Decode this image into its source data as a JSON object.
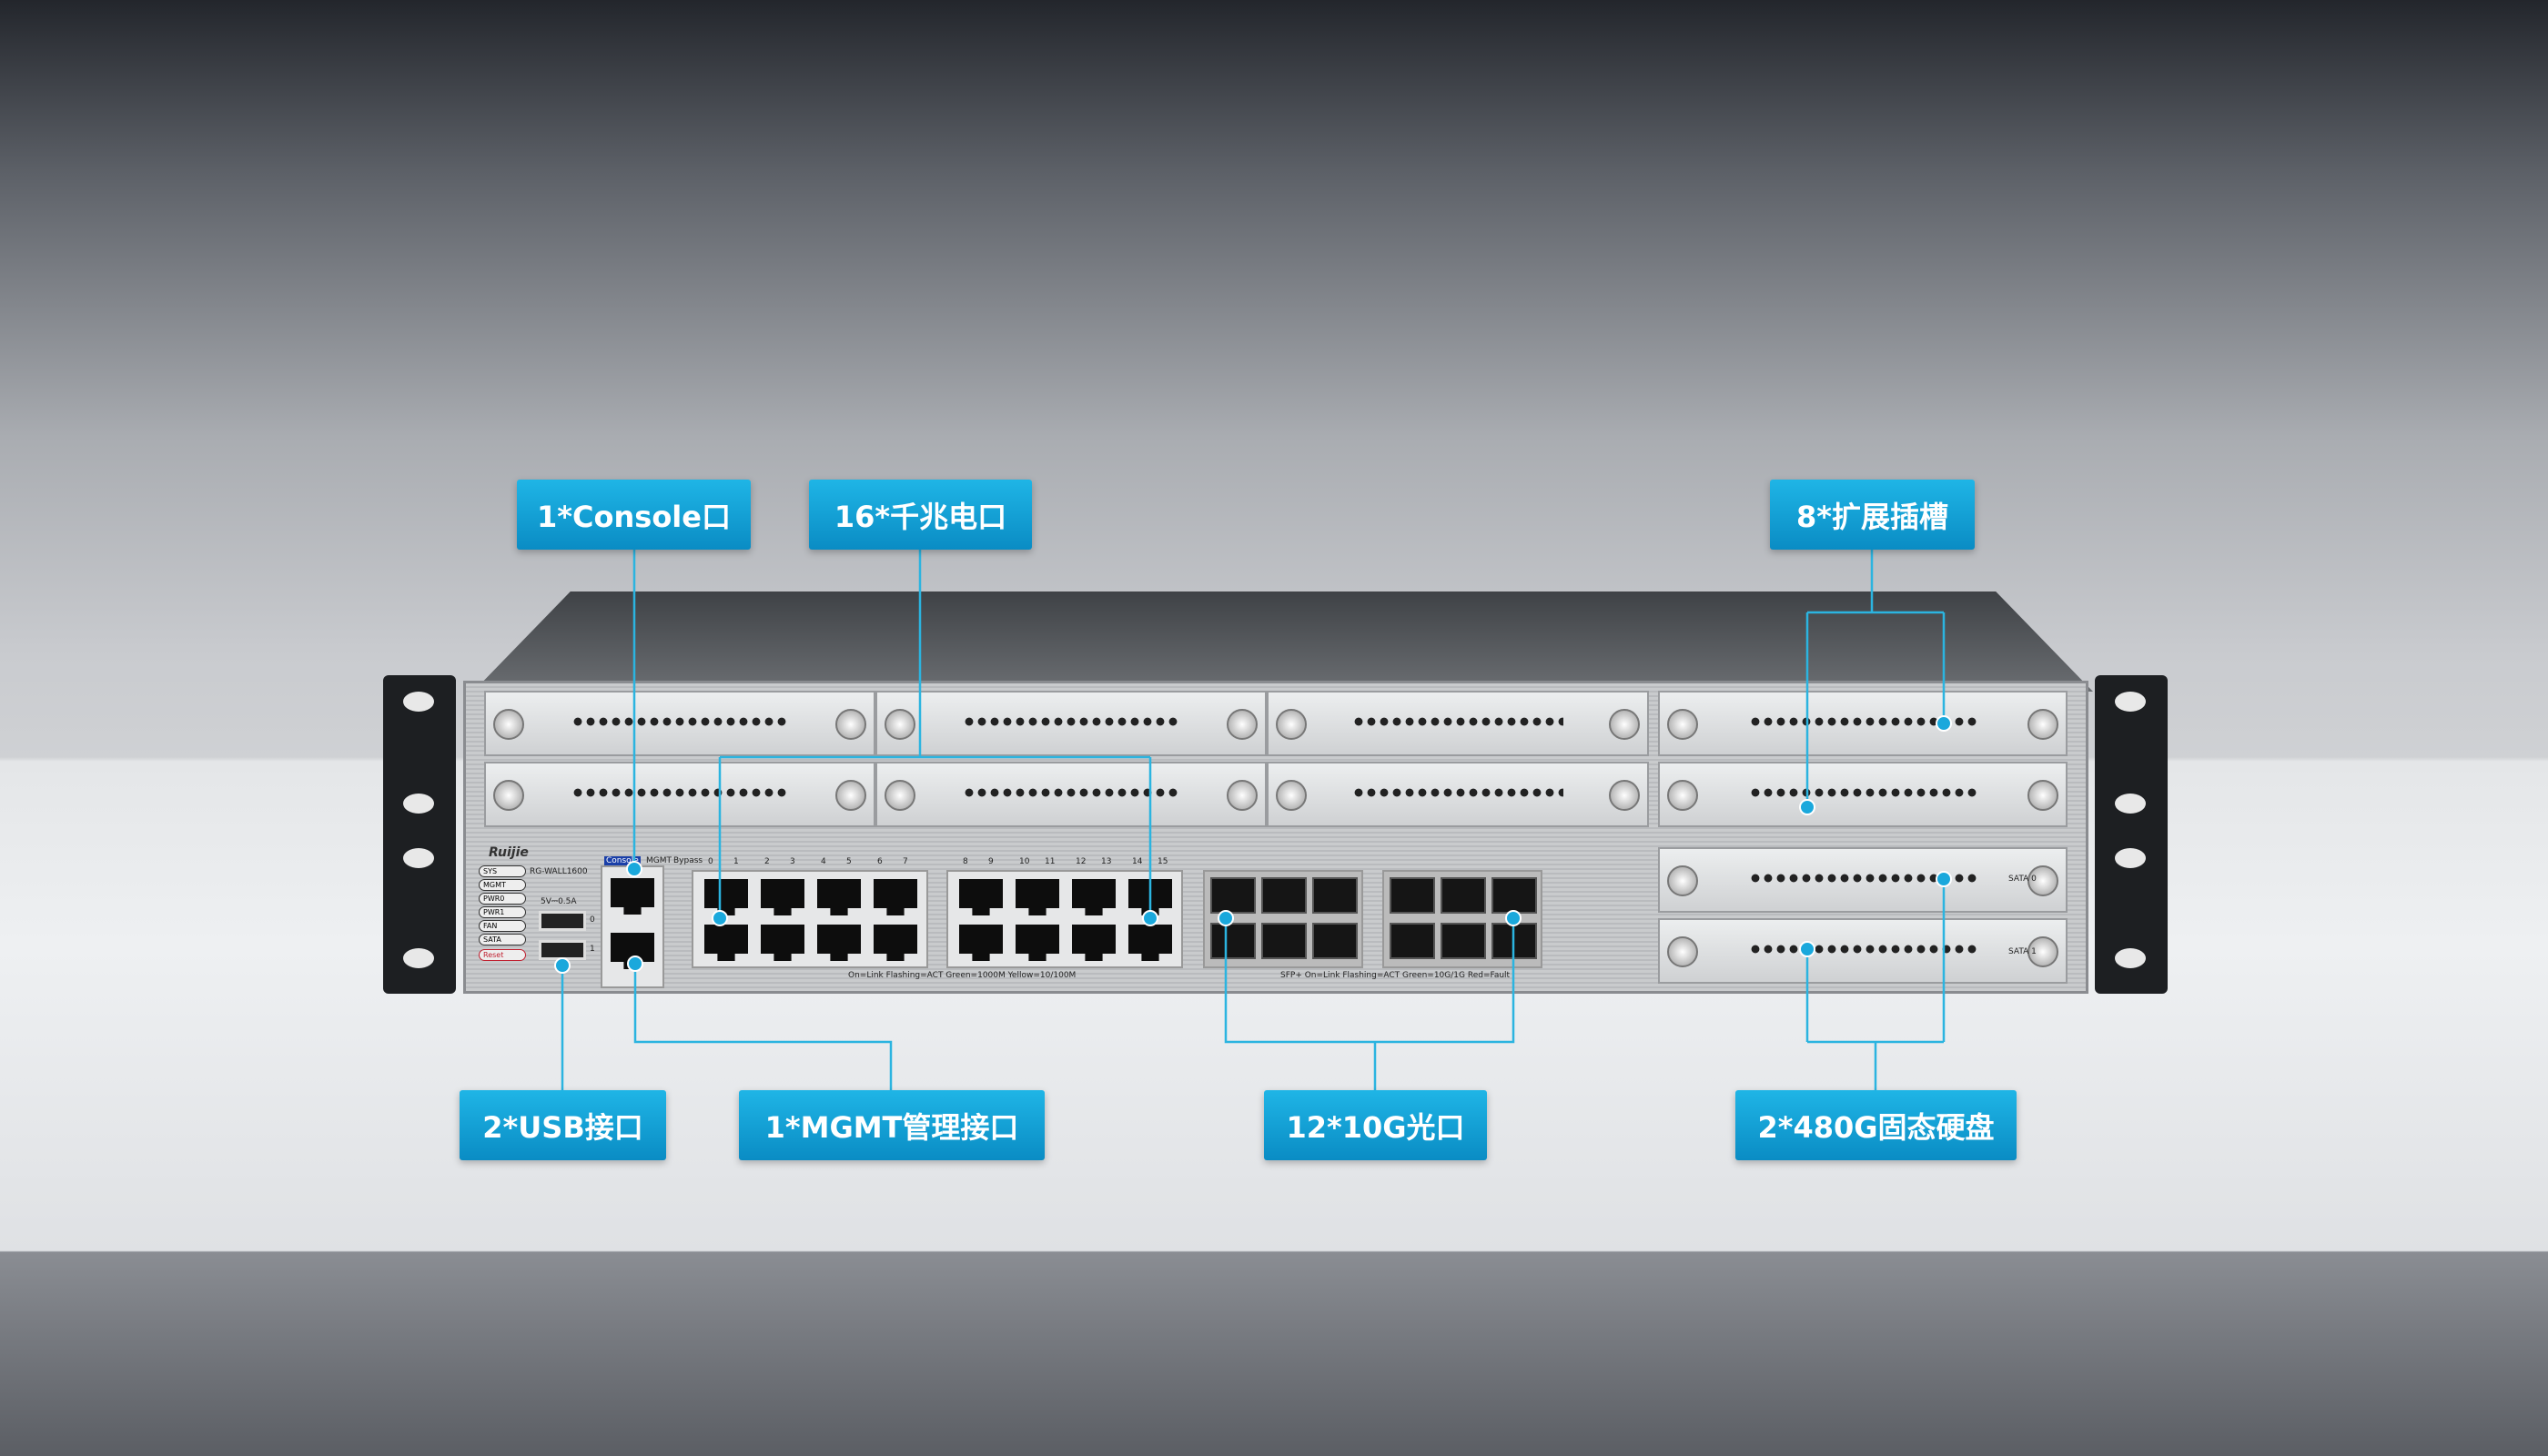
{
  "device": {
    "brand": "Ruijie",
    "model": "RG-WALL1600",
    "leds": [
      "SYS",
      "MGMT",
      "PWR0",
      "PWR1",
      "FAN",
      "SATA"
    ],
    "reset_label": "Reset",
    "usb_rating": "5V⎓0.5A",
    "usb_ports": [
      "0",
      "1"
    ],
    "console_label": "Console",
    "mgmt_label": "MGMT",
    "bypass_label": "Bypass",
    "port_numbers_left": [
      "0",
      "1",
      "2",
      "3",
      "4",
      "5",
      "6",
      "7"
    ],
    "port_numbers_right": [
      "8",
      "9",
      "10",
      "11",
      "12",
      "13",
      "14",
      "15"
    ],
    "copper_legend": "On=Link Flashing=ACT Green=1000M Yellow=10/100M",
    "sfp_legend": "SFP+ On=Link Flashing=ACT Green=10G/1G Red=Fault",
    "ssd_labels": [
      "SATA 0",
      "SATA 1"
    ]
  },
  "callouts": {
    "console": "1*Console口",
    "gigabit": "16*千兆电口",
    "slots": "8*扩展插槽",
    "usb": "2*USB接口",
    "mgmt": "1*MGMT管理接口",
    "tengig": "12*10G光口",
    "ssd": "2*480G固态硬盘"
  },
  "colors": {
    "accent": "#14a3d8",
    "line": "#2bb4e0"
  }
}
